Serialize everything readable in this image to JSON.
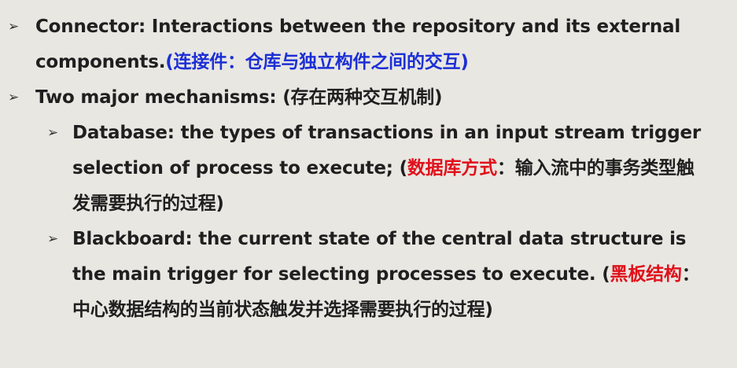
{
  "bullets": {
    "glyph": "➢"
  },
  "items": [
    {
      "en": "Connector: Interactions between the repository and its external components.",
      "cn_parts": [
        {
          "text": "(连接件：仓库与独立构件之间的交互)",
          "color": "#1c2fd6"
        }
      ]
    },
    {
      "en": "Two major mechanisms: ",
      "cn_parts": [
        {
          "text": "(存在两种交互机制)",
          "color": "#1f1f1f"
        }
      ]
    },
    {
      "en": "Database: the types of transactions in an input stream trigger selection of process to execute; ",
      "cn_parts": [
        {
          "text": "(",
          "color": "#1f1f1f"
        },
        {
          "text": "数据库方式",
          "color": "#e0101a"
        },
        {
          "text": "：输入流中的事务类型触发需要执行的过程)",
          "color": "#1f1f1f"
        }
      ]
    },
    {
      "en": "Blackboard: the current state of the central data structure is the main trigger for selecting processes to execute. ",
      "cn_parts": [
        {
          "text": "(",
          "color": "#1f1f1f"
        },
        {
          "text": "黑板结构",
          "color": "#e0101a"
        },
        {
          "text": "：中心数据结构的当前状态触发并选择需要执行的过程)",
          "color": "#1f1f1f"
        }
      ]
    }
  ]
}
